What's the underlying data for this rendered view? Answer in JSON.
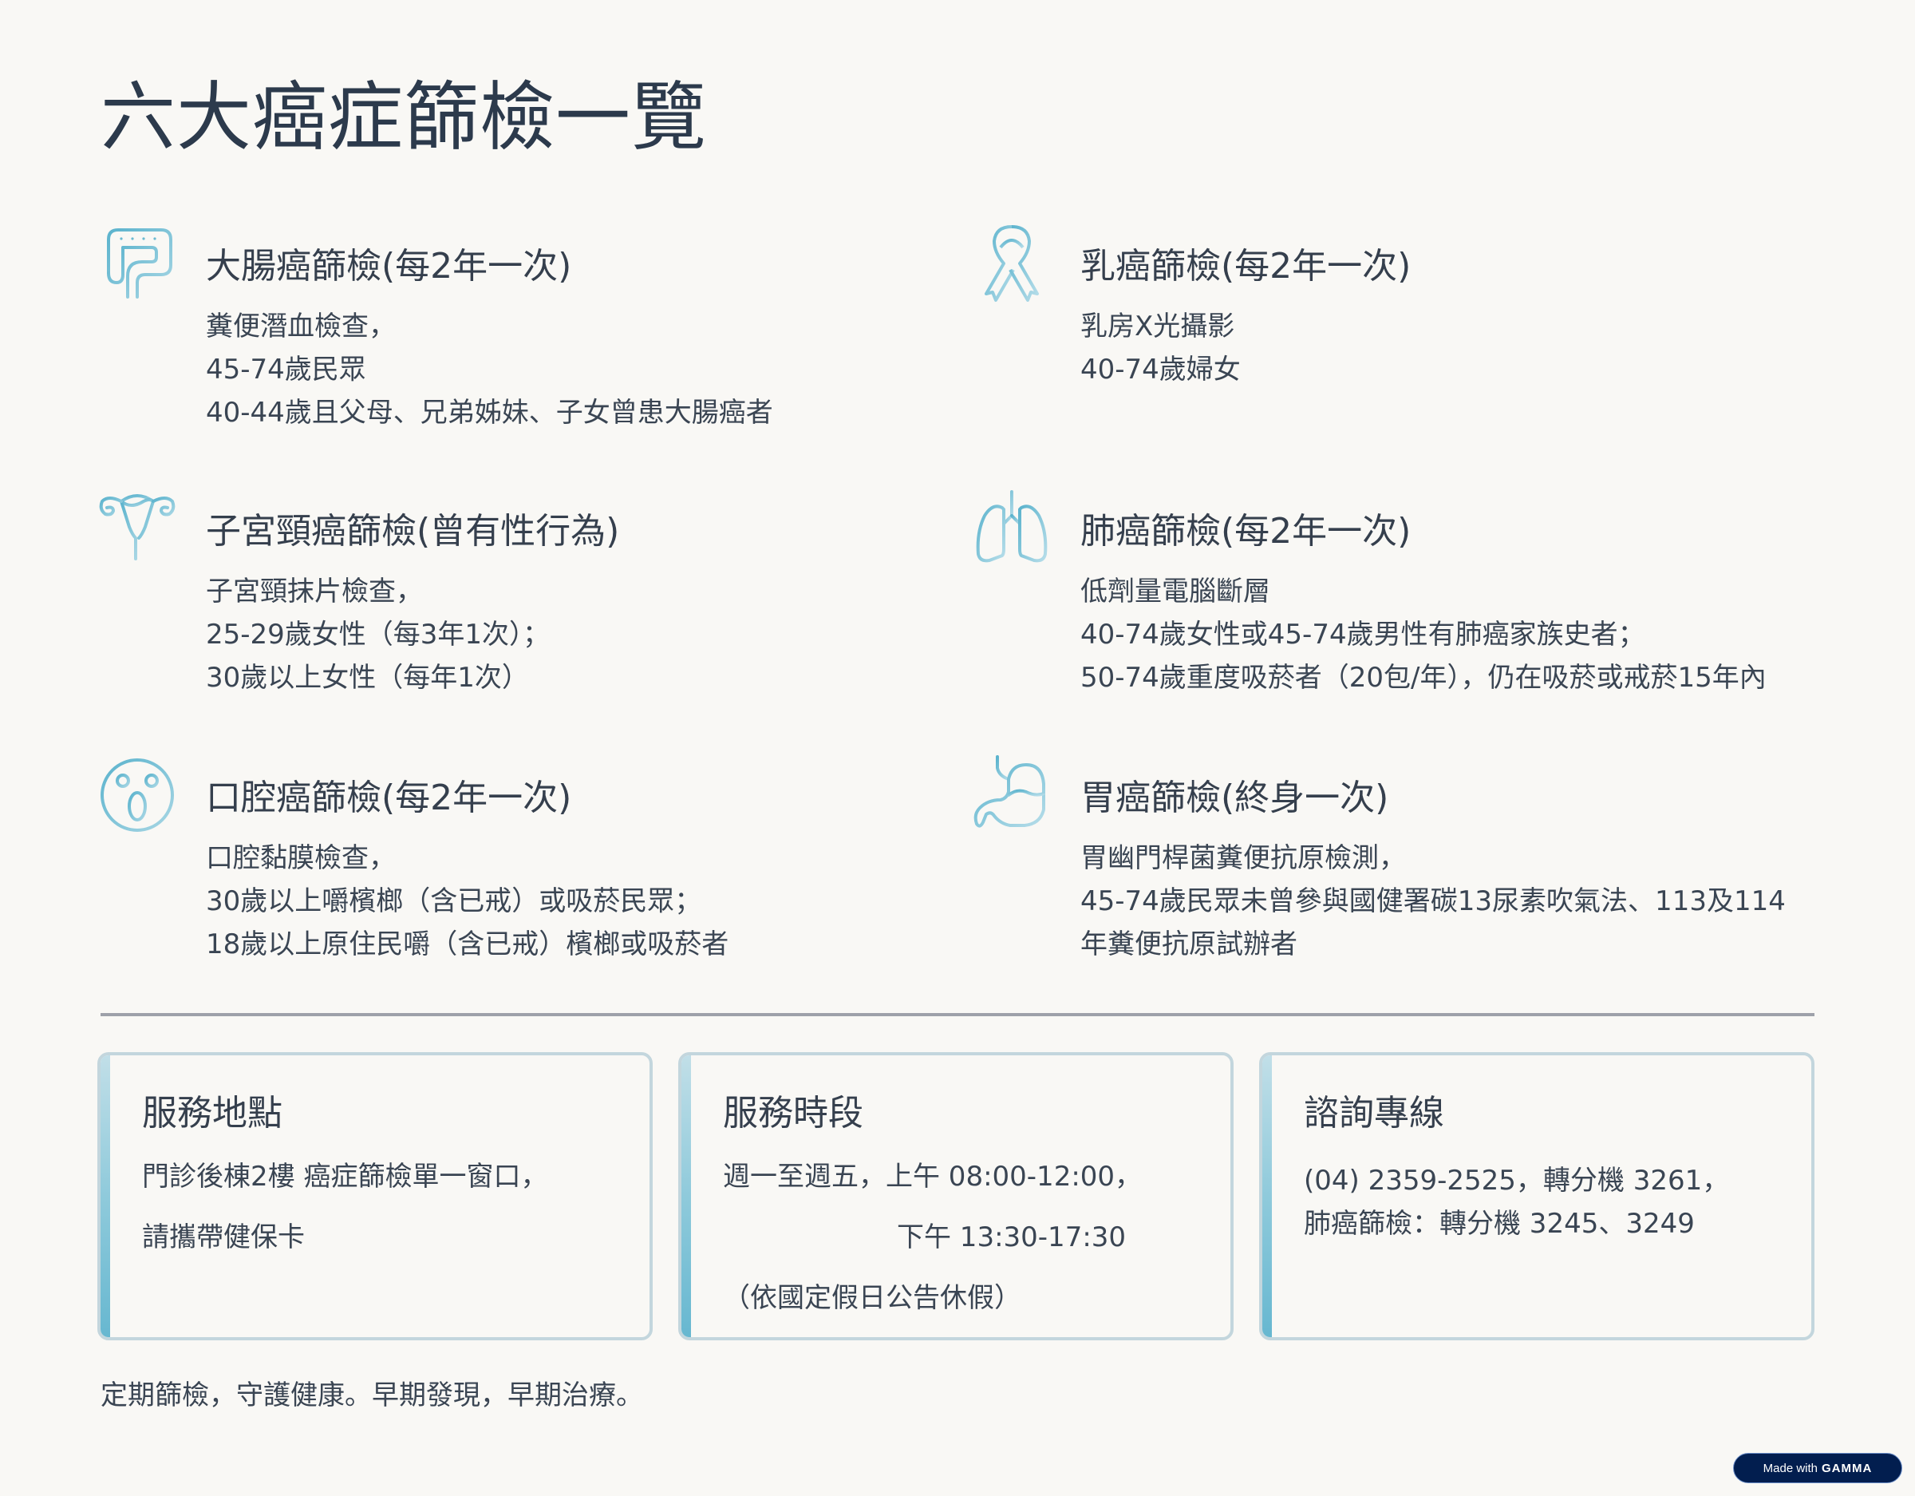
{
  "title": "六大癌症篩檢一覽",
  "colors": {
    "background": "#f9f8f5",
    "text": "#353f4d",
    "title": "#2c3a4c",
    "icon_stroke": "#6bbad2",
    "card_border": "#c3d6dd",
    "card_accent": "#66b7d0",
    "divider": "#9ea1a9",
    "badge_bg": "#021e4f"
  },
  "screenings": [
    {
      "icon": "intestine-icon",
      "heading": "大腸癌篩檢(每2年一次)",
      "lines": [
        "糞便潛血檢查，",
        "45-74歲民眾",
        "40-44歲且父母、兄弟姊妹、子女曾患大腸癌者"
      ]
    },
    {
      "icon": "ribbon-icon",
      "heading": "乳癌篩檢(每2年一次)",
      "lines": [
        "乳房X光攝影",
        "40-74歲婦女"
      ]
    },
    {
      "icon": "uterus-icon",
      "heading": "子宮頸癌篩檢(曾有性行為)",
      "lines": [
        "子宮頸抹片檢查，",
        "25-29歲女性（每3年1次）；",
        "30歲以上女性（每年1次）"
      ]
    },
    {
      "icon": "lungs-icon",
      "heading": "肺癌篩檢(每2年一次)",
      "lines": [
        "低劑量電腦斷層",
        "40-74歲女性或45-74歲男性有肺癌家族史者；",
        "50-74歲重度吸菸者（20包/年），仍在吸菸或戒菸15年內"
      ]
    },
    {
      "icon": "mouth-face-icon",
      "heading": "口腔癌篩檢(每2年一次)",
      "lines": [
        "口腔黏膜檢查，",
        "30歲以上嚼檳榔（含已戒）或吸菸民眾；",
        "18歲以上原住民嚼（含已戒）檳榔或吸菸者"
      ]
    },
    {
      "icon": "stomach-icon",
      "heading": "胃癌篩檢(終身一次)",
      "lines": [
        "胃幽門桿菌糞便抗原檢測，",
        "45-74歲民眾未曾參與國健署碳13尿素吹氣法、113及114",
        "年糞便抗原試辦者"
      ]
    }
  ],
  "info_cards": [
    {
      "title": "服務地點",
      "lines": [
        "門診後棟2樓 癌症篩檢單一窗口，",
        "請攜帶健保卡"
      ]
    },
    {
      "title": "服務時段",
      "lines": [
        "週一至週五，上午 08:00-12:00，",
        "下午 13:30-17:30",
        "（依國定假日公告休假）"
      ]
    },
    {
      "title": "諮詢專線",
      "lines": [
        "(04) 2359-2525，轉分機 3261，",
        "肺癌篩檢：轉分機 3245、3249"
      ]
    }
  ],
  "footer": {
    "tagline": "定期篩檢，守護健康。早期發現，早期治療。",
    "badge_prefix": "Made with",
    "badge_brand": "GAMMA"
  }
}
